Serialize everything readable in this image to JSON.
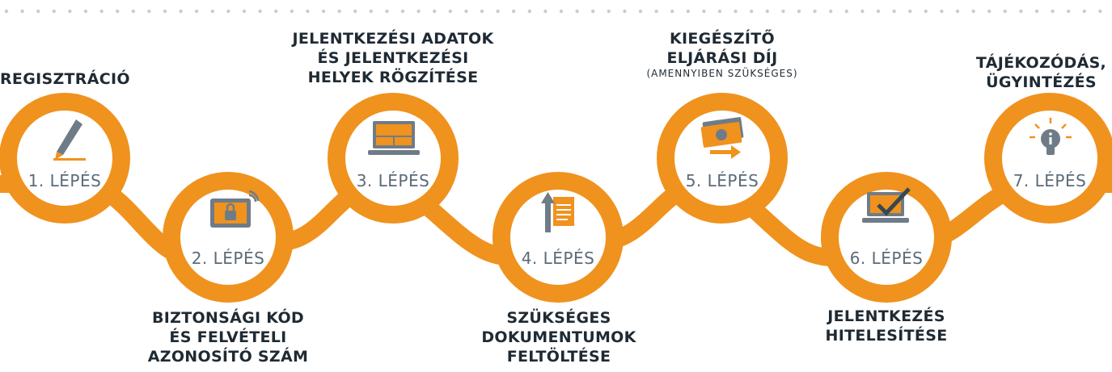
{
  "colors": {
    "accent": "#f0921e",
    "text": "#1f2a33",
    "step_text": "#5b6b78",
    "dots": "#c8cdd2"
  },
  "steps": [
    {
      "label": "1. LÉPÉS",
      "icon": "pen-icon",
      "caption": [
        "REGISZTRÁCIÓ"
      ]
    },
    {
      "label": "2. LÉPÉS",
      "icon": "secure-tablet-icon",
      "caption": [
        "BIZTONSÁGI KÓD",
        "ÉS FELVÉTELI",
        "AZONOSÍTÓ SZÁM"
      ]
    },
    {
      "label": "3. LÉPÉS",
      "icon": "laptop-icon",
      "caption": [
        "JELENTKEZÉSI ADATOK",
        "ÉS JELENTKEZÉSI",
        "HELYEK RÖGZÍTÉSE"
      ]
    },
    {
      "label": "4. LÉPÉS",
      "icon": "document-upload-icon",
      "caption": [
        "SZÜKSÉGES",
        "DOKUMENTUMOK",
        "FELTÖLTÉSE"
      ]
    },
    {
      "label": "5. LÉPÉS",
      "icon": "money-transfer-icon",
      "caption": [
        "KIEGÉSZÍTŐ",
        "ELJÁRÁSI DÍJ"
      ],
      "sub": "(AMENNYIBEN SZÜKSÉGES)"
    },
    {
      "label": "6. LÉPÉS",
      "icon": "laptop-check-icon",
      "caption": [
        "JELENTKEZÉS",
        "HITELESÍTÉSE"
      ]
    },
    {
      "label": "7. LÉPÉS",
      "icon": "lightbulb-info-icon",
      "caption": [
        "TÁJÉKOZÓDÁS,",
        "ÜGYINTÉZÉS"
      ]
    }
  ]
}
